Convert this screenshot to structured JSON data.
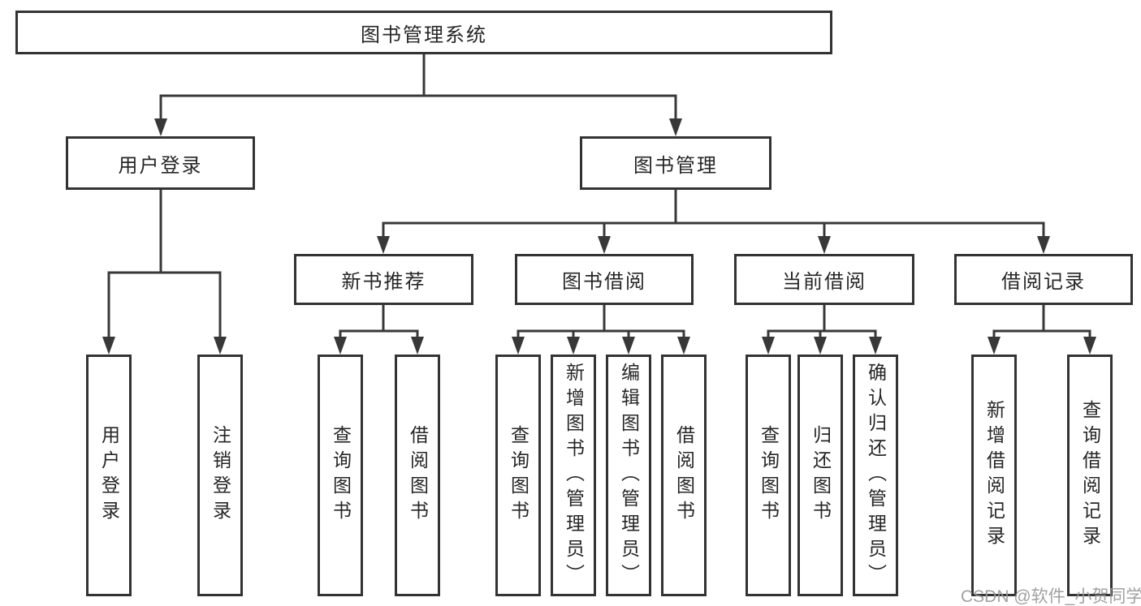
{
  "diagram_title": "图书管理系统",
  "watermark": "CSDN @软件_小贺同学",
  "colors": {
    "line": "#383838",
    "box_border": "#333333",
    "text": "#262626",
    "watermark_text": "#9a9a9a",
    "background": "#ffffff"
  },
  "tree": {
    "root": "图书管理系统",
    "branches": [
      {
        "label": "用户登录",
        "children": [
          "用户登录",
          "注销登录"
        ]
      },
      {
        "label": "图书管理",
        "sections": [
          {
            "label": "新书推荐",
            "children": [
              "查询图书",
              "借阅图书"
            ]
          },
          {
            "label": "图书借阅",
            "children": [
              "查询图书",
              "新增图书（管理员）",
              "编辑图书（管理员）",
              "借阅图书"
            ]
          },
          {
            "label": "当前借阅",
            "children": [
              "查询图书",
              "归还图书",
              "确认归还（管理员）"
            ]
          },
          {
            "label": "借阅记录",
            "children": [
              "新增借阅记录",
              "查询借阅记录"
            ]
          }
        ]
      }
    ]
  }
}
